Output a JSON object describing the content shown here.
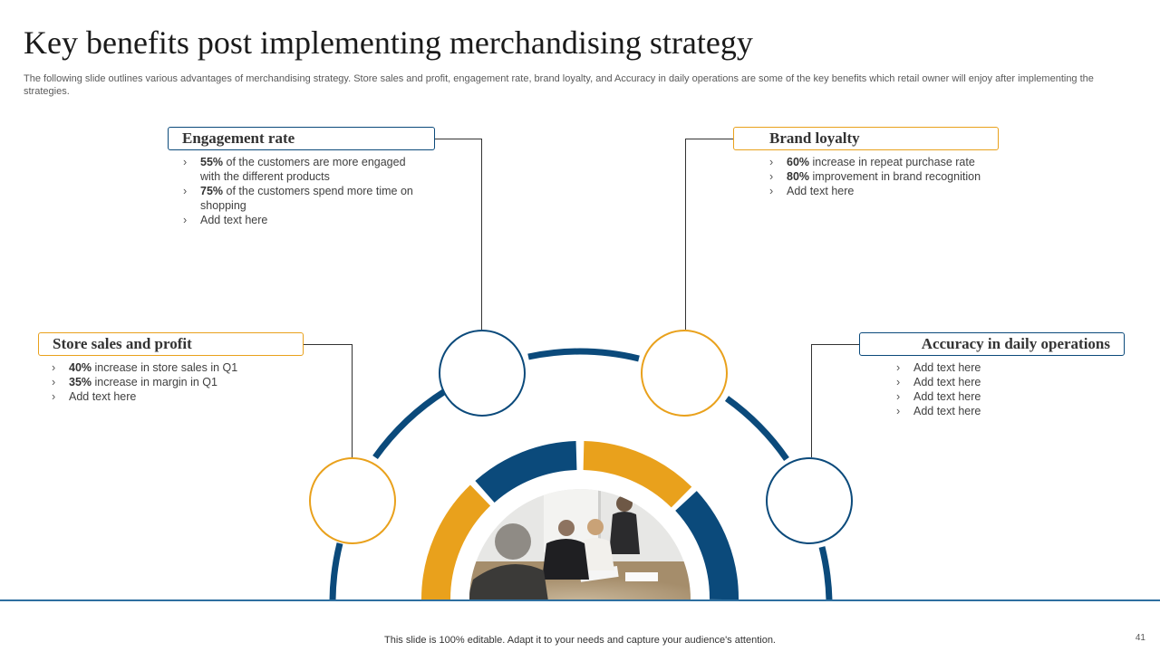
{
  "slide": {
    "title": "Key benefits post implementing merchandising strategy",
    "subtitle": "The following slide outlines various advantages of merchandising strategy. Store sales and profit, engagement rate, brand loyalty,  and Accuracy  in daily operations are some of the key benefits which retail owner will enjoy after implementing the strategies.",
    "footer": "This slide is 100% editable. Adapt it to your needs and capture your audience's attention.",
    "page_number": "41"
  },
  "colors": {
    "navy": "#0b4a7b",
    "gold": "#e9a11c",
    "base_line": "#2e6fa0"
  },
  "benefits": {
    "engagement": {
      "label": "Engagement rate",
      "icon": "network-people-icon",
      "bullets": [
        {
          "bold": "55%",
          "text": " of the customers are more engaged with the different  products"
        },
        {
          "bold": "75%",
          "text": " of the customers spend more time on shopping"
        },
        {
          "bold": "",
          "text": "Add text here"
        }
      ]
    },
    "brand": {
      "label": "Brand loyalty",
      "icon": "hand-star-icon",
      "bullets": [
        {
          "bold": "60%",
          "text": " increase in repeat purchase rate"
        },
        {
          "bold": "80%",
          "text": " improvement  in brand recognition"
        },
        {
          "bold": "",
          "text": "Add text here"
        }
      ]
    },
    "store": {
      "label": "Store sales and profit",
      "icon": "coins-growth-icon",
      "bullets": [
        {
          "bold": "40%",
          "text": " increase in store sales in Q1"
        },
        {
          "bold": "35%",
          "text": " increase in margin in Q1"
        },
        {
          "bold": "",
          "text": "Add text here"
        }
      ]
    },
    "accuracy": {
      "label": "Accuracy in daily operations",
      "icon": "browser-user-icon",
      "bullets": [
        {
          "bold": "",
          "text": "Add text here"
        },
        {
          "bold": "",
          "text": "Add text here"
        },
        {
          "bold": "",
          "text": "Add text here"
        },
        {
          "bold": "",
          "text": "Add text here"
        }
      ]
    }
  },
  "center_image": "business-meeting-photo"
}
